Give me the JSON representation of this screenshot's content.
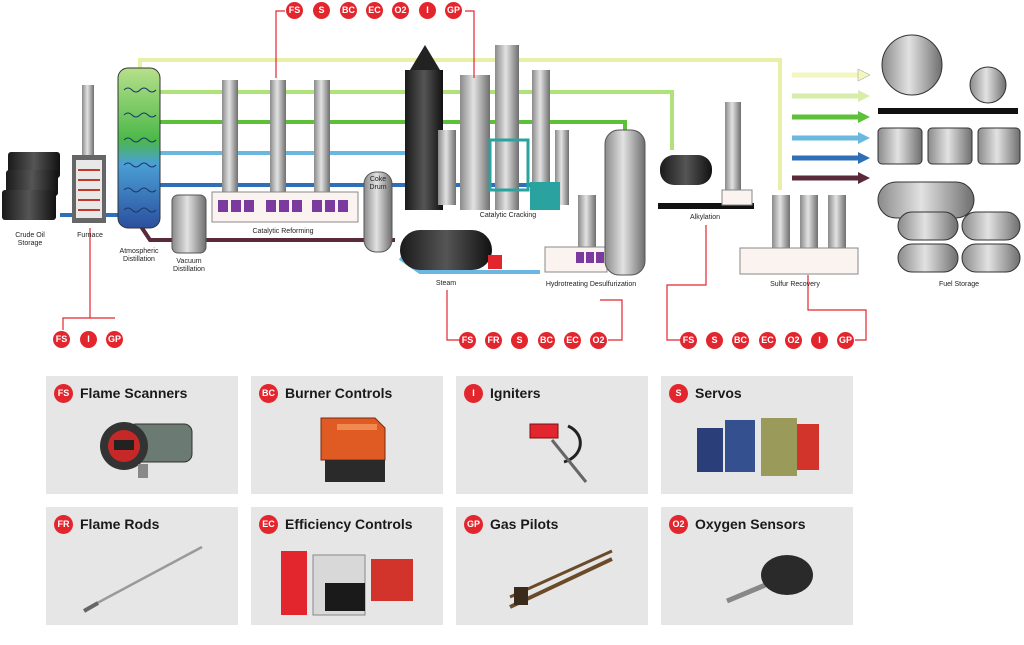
{
  "colors": {
    "accent": "#e3262e",
    "card_bg": "#e6e6e6",
    "pipe_yellow": "#e8f0a8",
    "pipe_green": "#5cc038",
    "pipe_light_green": "#b0e27a",
    "pipe_blue": "#2f6fb7",
    "pipe_light_blue": "#6ab8e0",
    "pipe_maroon": "#5a2a3a"
  },
  "units": {
    "crude_storage": "Crude Oil Storage",
    "furnace": "Furnace",
    "atmospheric": "Atmospheric Distillation",
    "vacuum": "Vacuum Distillation",
    "reforming": "Catalytic Reforming",
    "coke": "Coke Drum",
    "cracking": "Catalytic Cracking",
    "steam": "Steam",
    "hydro": "Hydrotreating Desulfurization",
    "alkylation": "Alkylation",
    "sulfur": "Sulfur Recovery",
    "fuel_storage": "Fuel Storage"
  },
  "badge_groups": {
    "top": [
      "FS",
      "S",
      "BC",
      "EC",
      "O2",
      "I",
      "GP"
    ],
    "furnace": [
      "FS",
      "I",
      "GP"
    ],
    "steam": [
      "FS",
      "FR",
      "S",
      "BC",
      "EC",
      "O2"
    ],
    "sulfur": [
      "FS",
      "S",
      "BC",
      "EC",
      "O2",
      "I",
      "GP"
    ]
  },
  "products": [
    {
      "code": "FS",
      "name": "Flame Scanners",
      "icon": "flame-scanner-icon"
    },
    {
      "code": "BC",
      "name": "Burner Controls",
      "icon": "burner-control-icon"
    },
    {
      "code": "I",
      "name": "Igniters",
      "icon": "igniter-icon"
    },
    {
      "code": "S",
      "name": "Servos",
      "icon": "servo-icon"
    },
    {
      "code": "FR",
      "name": "Flame Rods",
      "icon": "flame-rod-icon"
    },
    {
      "code": "EC",
      "name": "Efficiency Controls",
      "icon": "efficiency-control-icon"
    },
    {
      "code": "GP",
      "name": "Gas Pilots",
      "icon": "gas-pilot-icon"
    },
    {
      "code": "O2",
      "name": "Oxygen Sensors",
      "icon": "oxygen-sensor-icon"
    }
  ]
}
